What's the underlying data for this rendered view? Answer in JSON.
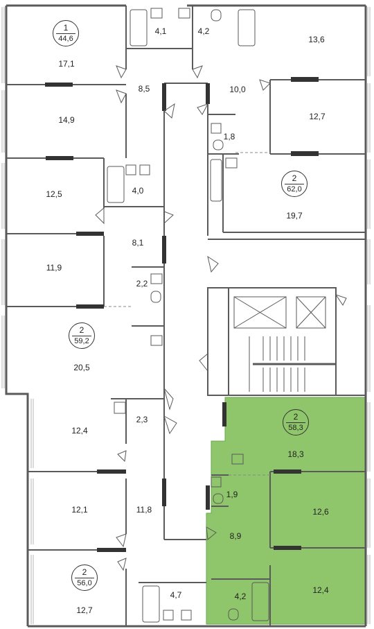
{
  "colors": {
    "wall": "#5a5a5a",
    "highlight": "#8fc66b",
    "highlight_border": "#6aa84f",
    "window": "#b5b5b5"
  },
  "apartments": [
    {
      "id": "apt-1",
      "rooms": "1",
      "total": "44,6"
    },
    {
      "id": "apt-2a",
      "rooms": "2",
      "total": "62,0"
    },
    {
      "id": "apt-2b",
      "rooms": "2",
      "total": "59,2"
    },
    {
      "id": "apt-2c",
      "rooms": "2",
      "total": "58,3",
      "highlighted": true
    },
    {
      "id": "apt-2d",
      "rooms": "2",
      "total": "56,0"
    }
  ],
  "room_areas": {
    "a": "17,1",
    "b": "4,1",
    "c": "4,2",
    "d": "13,6",
    "e": "8,5",
    "f": "10,0",
    "g": "14,9",
    "h": "12,7",
    "i": "1,8",
    "j": "12,5",
    "k": "4,0",
    "l": "19,7",
    "m": "8,1",
    "n": "11,9",
    "o": "2,2",
    "p": "20,5",
    "q": "12,4",
    "r": "2,3",
    "s": "18,3",
    "t": "1,9",
    "u": "12,1",
    "v": "11,8",
    "w": "12,6",
    "x": "8,9",
    "y": "4,7",
    "z": "4,2",
    "aa": "12,4",
    "ab": "12,7"
  }
}
